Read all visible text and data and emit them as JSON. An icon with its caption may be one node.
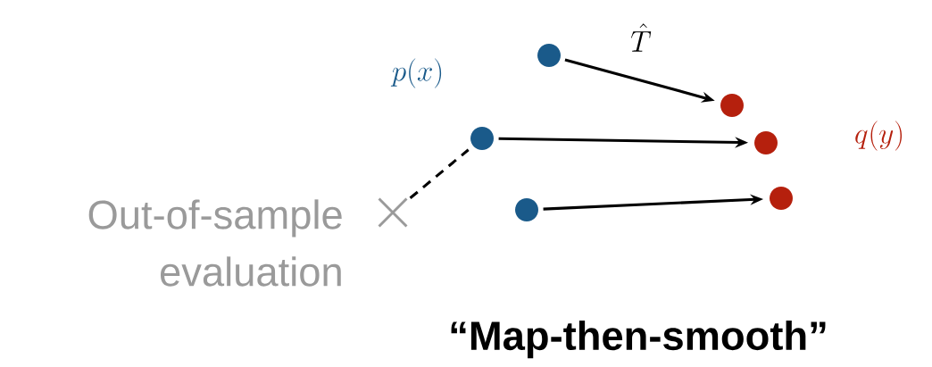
{
  "diagram": {
    "caption": "“Map-then-smooth”",
    "nodes": [
      {
        "text": [],
        "shape": "cross",
        "beside": [
          "Out-of-sample evaluation"
        ]
      },
      {
        "text": [],
        "shape": "circle"
      },
      {
        "text": [],
        "shape": "circle"
      },
      {
        "text": [],
        "shape": "circle"
      },
      {
        "text": [],
        "shape": "circle"
      },
      {
        "text": [],
        "shape": "circle"
      },
      {
        "text": [],
        "shape": "circle"
      }
    ],
    "edges": [
      {
        "from": 3,
        "to": 4,
        "arrow": "to",
        "label": "\\hat{T}"
      },
      {
        "from": 1,
        "to": 5,
        "arrow": "to"
      },
      {
        "from": 2,
        "to": 6,
        "arrow": "to"
      },
      {
        "from": 0,
        "to": 1,
        "arrow": "none",
        "style": "dashed"
      }
    ],
    "labels": [
      "p(x)",
      "q(y)"
    ]
  }
}
